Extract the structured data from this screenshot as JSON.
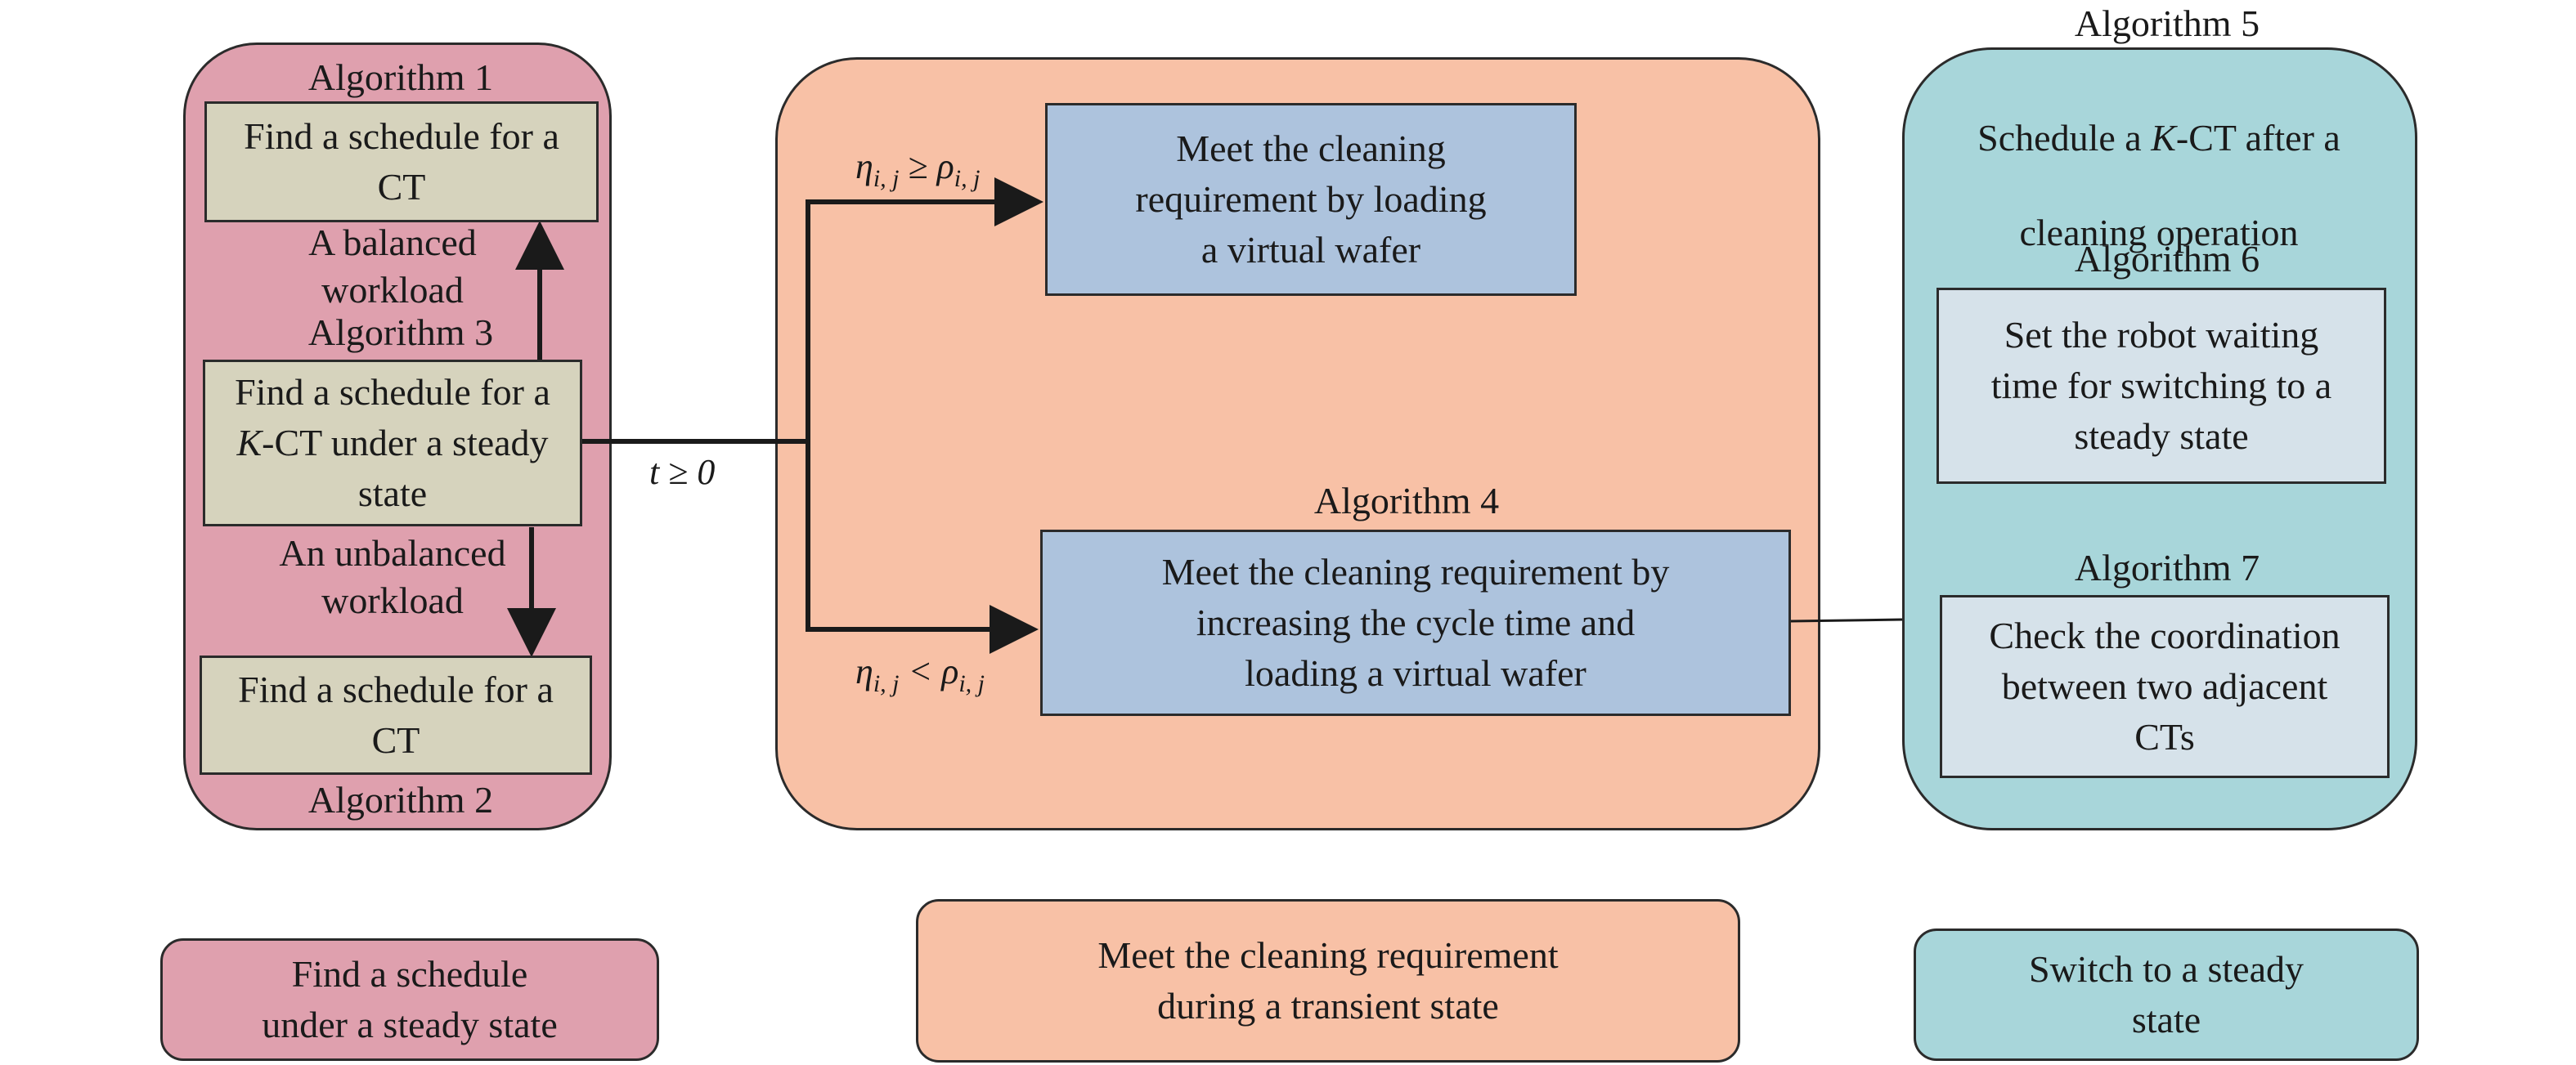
{
  "colors": {
    "steady": "#dfa0ae",
    "transient": "#f8c1a6",
    "switch": "#a8d6da",
    "schedule_box": "#d6d3bd",
    "blue_box": "#adc3dd",
    "light_box": "#d6e2ea"
  },
  "left_panel": {
    "algo1_label": "Algorithm 1",
    "box_top": "Find a schedule for a\nCT",
    "balanced_label": "A balanced\nworkload",
    "algo3_label": "Algorithm 3",
    "box_mid_line1": "Find a schedule for a",
    "box_mid_k": "K",
    "box_mid_line2_rest": "-CT under a steady",
    "box_mid_line3": "state",
    "unbalanced_label": "An unbalanced\nworkload",
    "box_bottom": "Find a schedule for a\nCT",
    "algo2_label": "Algorithm 2"
  },
  "connector": {
    "t_label": "t ≥ 0",
    "cond_upper": "η",
    "cond_upper_sub": "i, j",
    "cond_upper_op": " ≥ ",
    "cond_upper_rho": "ρ",
    "cond_upper_rho_sub": "i, j",
    "cond_lower": "η",
    "cond_lower_sub": "i, j",
    "cond_lower_op": " < ",
    "cond_lower_rho": "ρ",
    "cond_lower_rho_sub": "i, j"
  },
  "middle_panel": {
    "box_upper": "Meet the cleaning\nrequirement by loading\na virtual wafer",
    "algo4_label": "Algorithm 4",
    "box_lower": "Meet the cleaning requirement by\nincreasing the cycle time and\nloading a virtual wafer"
  },
  "right_panel": {
    "algo5_label": "Algorithm 5",
    "algo5_line1_pre": "Schedule a ",
    "algo5_k": "K",
    "algo5_line1_post": "-CT after a",
    "algo5_line2": "cleaning operation",
    "algo6_label": "Algorithm 6",
    "box_algo6": "Set the robot waiting\ntime for switching to a\nsteady state",
    "algo7_label": "Algorithm 7",
    "box_algo7": "Check the coordination\nbetween two adjacent\nCTs"
  },
  "legend": {
    "steady": "Find a schedule\nunder a steady state",
    "transient": "Meet the cleaning requirement\nduring a transient state",
    "switch": "Switch  to a steady\nstate"
  }
}
